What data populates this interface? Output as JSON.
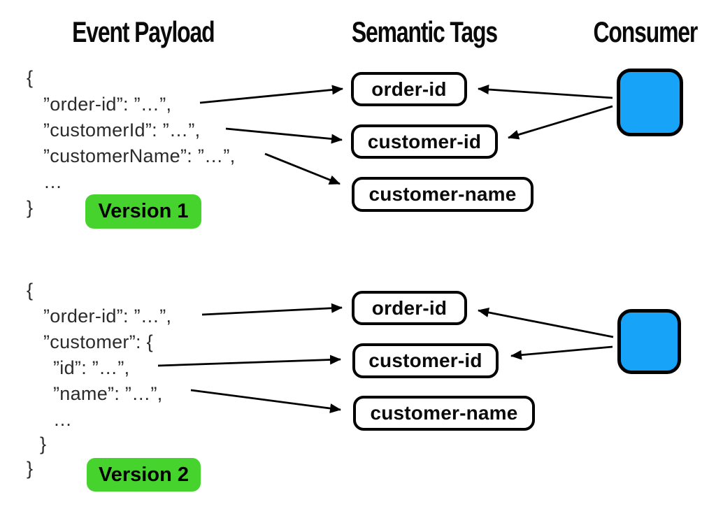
{
  "columns": {
    "event_payload": "Event Payload",
    "semantic_tags": "Semantic Tags",
    "consumer": "Consumer"
  },
  "colors": {
    "tag_green": "#46d32e",
    "consumer_blue": "#17a3f7",
    "ink": "#000000"
  },
  "version1": {
    "badge_label": "Version 1",
    "code_lines": [
      "{",
      "”order-id”: ”…”,",
      "”customerId”: ”…”,",
      "”customerName”: ”…”,",
      "…",
      "}"
    ],
    "tags": [
      "order-id",
      "customer-id",
      "customer-name"
    ]
  },
  "version2": {
    "badge_label": "Version 2",
    "code_lines": [
      "{",
      "”order-id”: ”…”,",
      "”customer”: {",
      "”id”: ”…”,",
      "”name”: ”…”,",
      "…",
      "}",
      "}"
    ],
    "tags": [
      "order-id",
      "customer-id",
      "customer-name"
    ]
  }
}
